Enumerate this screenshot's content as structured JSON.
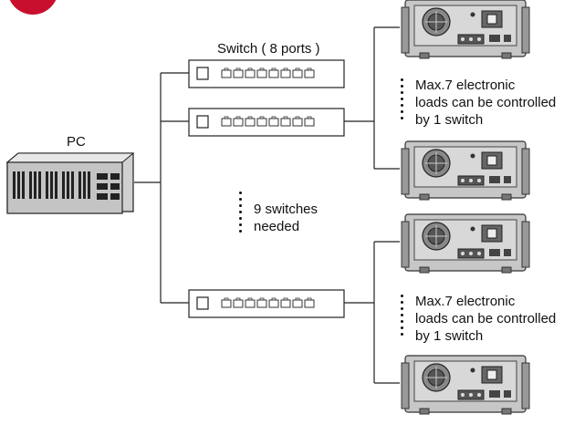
{
  "labels": {
    "pc": "PC",
    "switch": "Switch ( 8 ports )",
    "switches_needed": [
      "9 switches",
      "needed"
    ],
    "max_loads_top": [
      "Max.7 electronic",
      "loads can be controlled",
      "by 1 switch"
    ],
    "max_loads_bottom": [
      "Max.7 electronic",
      "loads can be controlled",
      "by 1 switch"
    ]
  },
  "colors": {
    "accent": "#c8102e",
    "line": "#222222",
    "device_dark": "#555555",
    "device_light": "#d9d9d9"
  },
  "icons": [
    "pc-tower-icon",
    "switch-icon",
    "electronic-load-icon"
  ]
}
